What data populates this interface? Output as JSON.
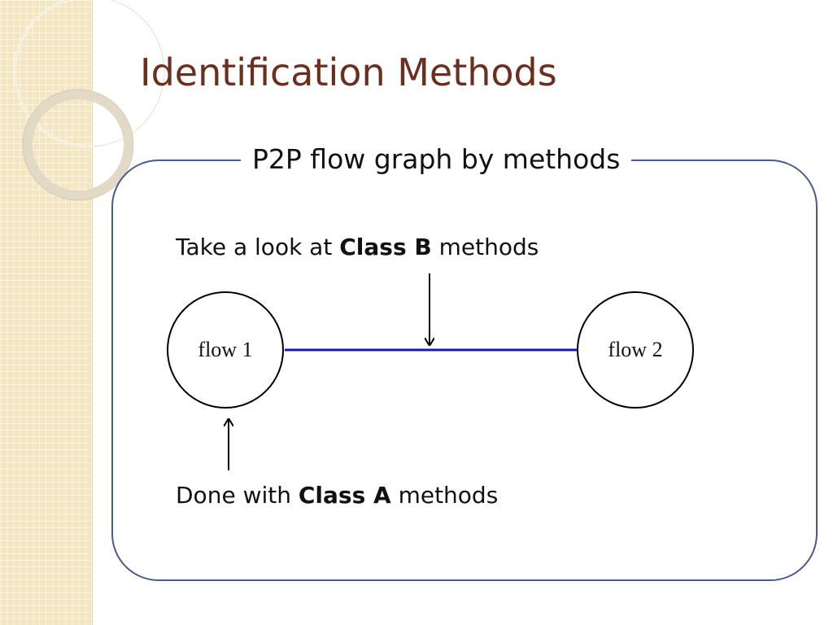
{
  "title": "Identification Methods",
  "graph": {
    "caption": "P2P flow graph by methods",
    "nodes": [
      {
        "id": "flow1",
        "label": "flow 1"
      },
      {
        "id": "flow2",
        "label": "flow 2"
      }
    ],
    "edge": {
      "from": "flow1",
      "to": "flow2",
      "color": "#1a1aa6"
    }
  },
  "annotations": {
    "class_b": {
      "prefix": "Take a look at ",
      "emphasis": "Class B",
      "suffix": " methods"
    },
    "class_a": {
      "prefix": "Done with ",
      "emphasis": "Class A",
      "suffix": " methods"
    }
  },
  "colors": {
    "title": "#6b2f1f",
    "frame_border": "#4a5a8a",
    "side_strip": "#f4e6c2"
  }
}
